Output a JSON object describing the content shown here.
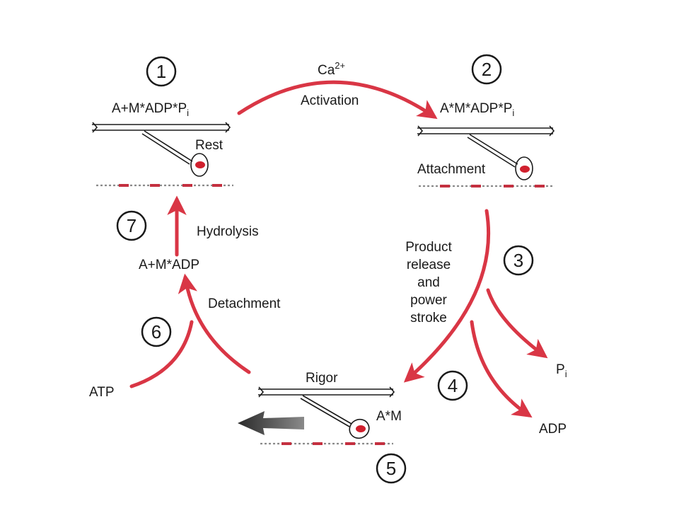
{
  "colors": {
    "arrow": "#d93645",
    "ink": "#1a1a1a",
    "head": "#d0202e",
    "stroke_arrow": "#333333"
  },
  "steps": [
    {
      "number": "1",
      "state": "A+M*ADP*P",
      "state_sub": "i",
      "label": "Rest"
    },
    {
      "number": "2",
      "state": "A*M*ADP*P",
      "state_sub": "i",
      "label": "Attachment"
    },
    {
      "number": "3"
    },
    {
      "number": "4",
      "label": "Rigor",
      "state": "A*M"
    },
    {
      "number": "5"
    },
    {
      "number": "6"
    },
    {
      "number": "7",
      "state": "A+M*ADP"
    }
  ],
  "transitions": {
    "activation": {
      "ion": "Ca",
      "ion_charge": "2+",
      "label": "Activation"
    },
    "product_release": {
      "lines": [
        "Product",
        "release",
        "and",
        "power",
        "stroke"
      ]
    },
    "pi_product": {
      "main": "P",
      "sub": "i"
    },
    "adp_product": "ADP",
    "atp_input": "ATP",
    "detachment": "Detachment",
    "hydrolysis": "Hydrolysis"
  }
}
